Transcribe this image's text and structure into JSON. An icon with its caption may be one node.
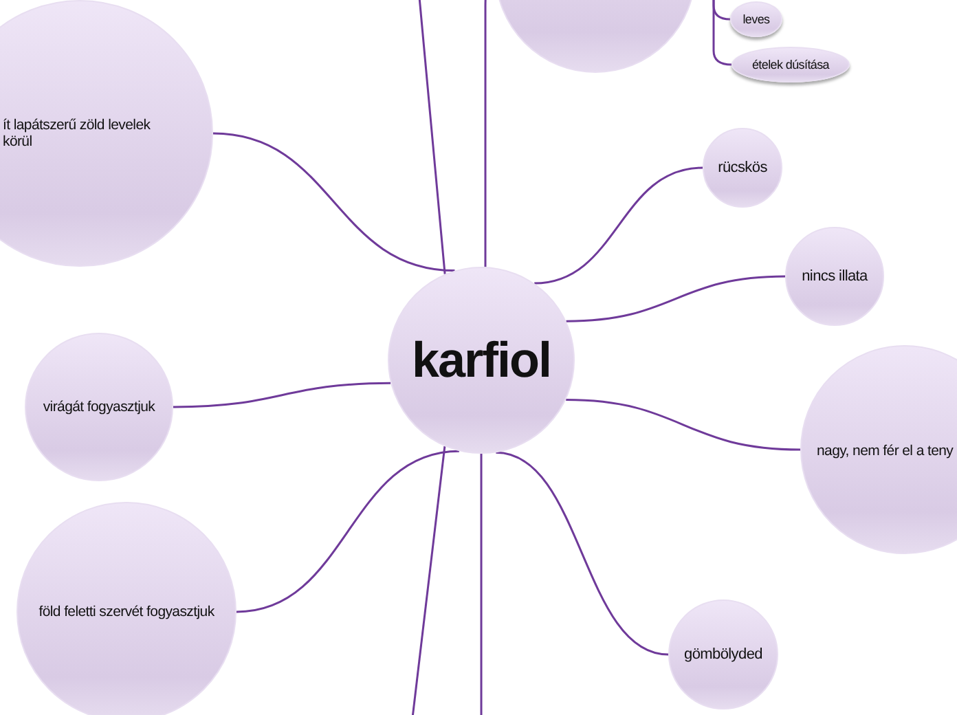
{
  "diagram": {
    "nodes": [
      {
        "text": [
          "karfiol"
        ]
      },
      {
        "text": [],
        "shape": "circle"
      },
      {
        "text": [
          "leves"
        ]
      },
      {
        "text": [
          "ételek dúsítása"
        ]
      },
      {
        "text": [
          "rücskös"
        ]
      },
      {
        "text": [
          "nincs illata"
        ]
      },
      {
        "text": [
          "nagy, nem fér el a teny"
        ]
      },
      {
        "text": [
          "gömbölyded"
        ]
      },
      {
        "text": [
          "föld feletti szervét fogyasztjuk"
        ]
      },
      {
        "text": [
          "virágát fogyasztjuk"
        ]
      },
      {
        "text": [
          "ít lapátszerű zöld levelek körül"
        ]
      }
    ],
    "edges": [
      {
        "from": 0,
        "to": 4,
        "arrow": "none"
      },
      {
        "from": 0,
        "to": 5,
        "arrow": "none"
      },
      {
        "from": 0,
        "to": 6,
        "arrow": "none"
      },
      {
        "from": 0,
        "to": 7,
        "arrow": "none"
      },
      {
        "from": 0,
        "to": 8,
        "arrow": "none"
      },
      {
        "from": 0,
        "to": 9,
        "arrow": "none"
      },
      {
        "from": 0,
        "to": 10,
        "arrow": "none"
      },
      {
        "from": 0,
        "to": null,
        "arrow": "none"
      },
      {
        "from": 0,
        "to": 1,
        "arrow": "none"
      },
      {
        "from": 0,
        "to": null,
        "arrow": "none"
      },
      {
        "from": 0,
        "to": null,
        "arrow": "none"
      },
      {
        "from": 1,
        "to": 2,
        "arrow": "none"
      },
      {
        "from": 1,
        "to": 3,
        "arrow": "none"
      }
    ]
  }
}
